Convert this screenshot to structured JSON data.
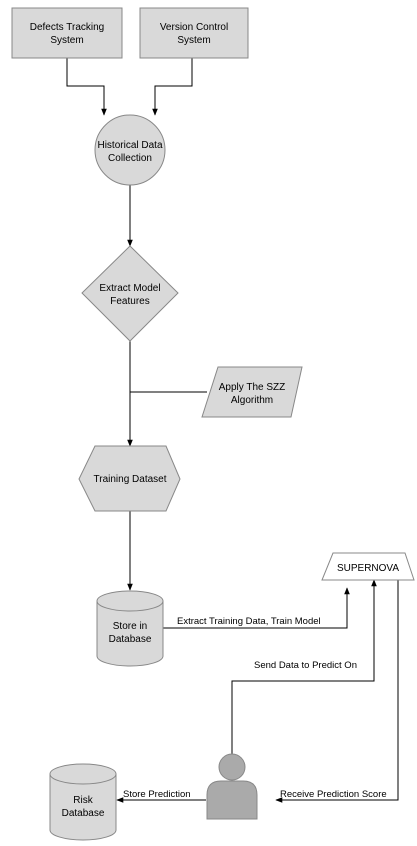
{
  "diagram": {
    "nodes": {
      "defects_tracking": {
        "line1": "Defects Tracking",
        "line2": "System"
      },
      "version_control": {
        "line1": "Version Control",
        "line2": "System"
      },
      "historical_data": {
        "line1": "Historical Data",
        "line2": "Collection"
      },
      "extract_features": {
        "line1": "Extract Model",
        "line2": "Features"
      },
      "apply_szz": {
        "line1": "Apply The SZZ",
        "line2": "Algorithm"
      },
      "training_dataset": {
        "line1": "Training Dataset"
      },
      "store_database": {
        "line1": "Store in",
        "line2": "Database"
      },
      "supernova": {
        "line1": "SUPERNOVA"
      },
      "risk_database": {
        "line1": "Risk",
        "line2": "Database"
      }
    },
    "edges": {
      "extract_train": "Extract Training Data, Train Model",
      "send_data": "Send Data to Predict On",
      "store_prediction": "Store Prediction",
      "receive_score": "Receive Prediction Score"
    },
    "colors": {
      "fill": "#d9d9d9",
      "stroke": "#888888",
      "line": "#000000"
    }
  }
}
